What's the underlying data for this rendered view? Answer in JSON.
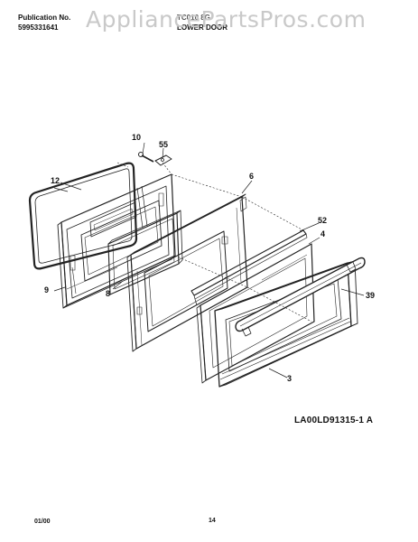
{
  "header": {
    "publication_label": "Publication No.",
    "publication_number": "5995331641",
    "model_fragment": "TC010 8G",
    "section_title": "LOWER DOOR"
  },
  "watermark": "AppliancePartsPros.com",
  "callouts": {
    "c10": "10",
    "c55": "55",
    "c12": "12",
    "c6": "6",
    "c52": "52",
    "c4": "4",
    "c9": "9",
    "c8": "8",
    "c39": "39",
    "c3": "3"
  },
  "drawing_code": "LA00LD91315-1 A",
  "footer": {
    "date": "01/00",
    "page": "14"
  }
}
